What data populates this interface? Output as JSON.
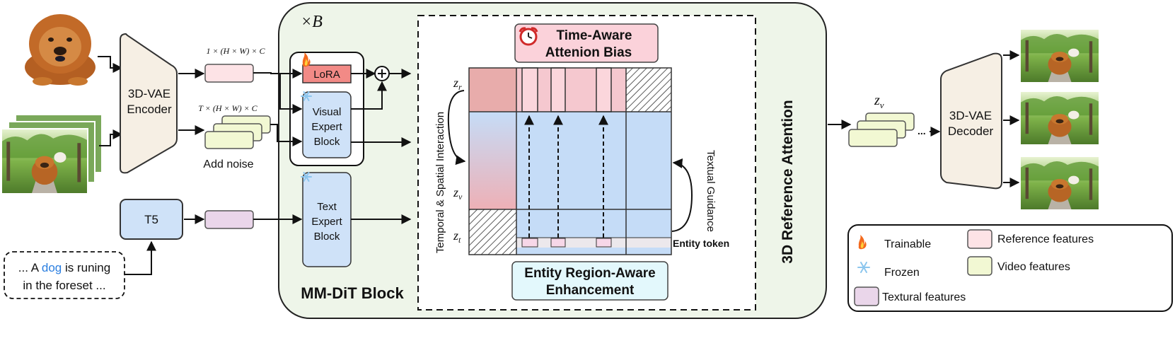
{
  "mmdit": {
    "repeat_label": "×B",
    "title": "MM-DiT Block",
    "lora": "LoRA",
    "visual_expert": [
      "Visual",
      "Expert",
      "Block"
    ],
    "text_expert": [
      "Text",
      "Expert",
      "Block"
    ]
  },
  "encoder": {
    "lines": [
      "3D-VAE",
      "Encoder"
    ]
  },
  "decoder": {
    "lines": [
      "3D-VAE",
      "Decoder"
    ]
  },
  "t5": "T5",
  "prompt": {
    "line1_before": "... A ",
    "line1_word": "dog",
    "line1_after": " is runing",
    "line2": "in the foreset ..."
  },
  "math": {
    "ref_dims": "1 × (H × W) × C",
    "video_dims": "T × (H × W) × C",
    "zr": "z_r",
    "zv": "z_v",
    "zt": "z_t",
    "zv_out": "z_v"
  },
  "add_noise": "Add noise",
  "ellipsis": "...",
  "time_bias": [
    "Time-Aware",
    "Attenion Bias"
  ],
  "entity_enh": [
    "Entity Region-Aware",
    "Enhancement"
  ],
  "side_labels": {
    "temporal": "Temporal & Spatial Interaction",
    "textual": "Textual Guidance",
    "entity_token": "Entity token",
    "ref_attention": "3D Reference Attention"
  },
  "legend": {
    "trainable": "Trainable",
    "frozen": "Frozen",
    "reference": "Reference features",
    "video": "Video features",
    "textual": "Textural features"
  },
  "images": {
    "input_ref": "dog",
    "input_video": "dog in park",
    "output_frames": [
      "dog in park",
      "dog in park",
      "dog in park"
    ]
  },
  "colors": {
    "reference": "#fde3e6",
    "video": "#f2f8d3",
    "textual": "#ead6ea",
    "expert_blue": "#cfe2f8",
    "mmdit_bg": "#eef5e9",
    "attn_blue": "#c5dcf7",
    "attn_pink": "#eeaab0",
    "time_box": "#fbd2da",
    "entity_box": "#e3f8fc",
    "prompt_word": "#2a7ee0"
  }
}
